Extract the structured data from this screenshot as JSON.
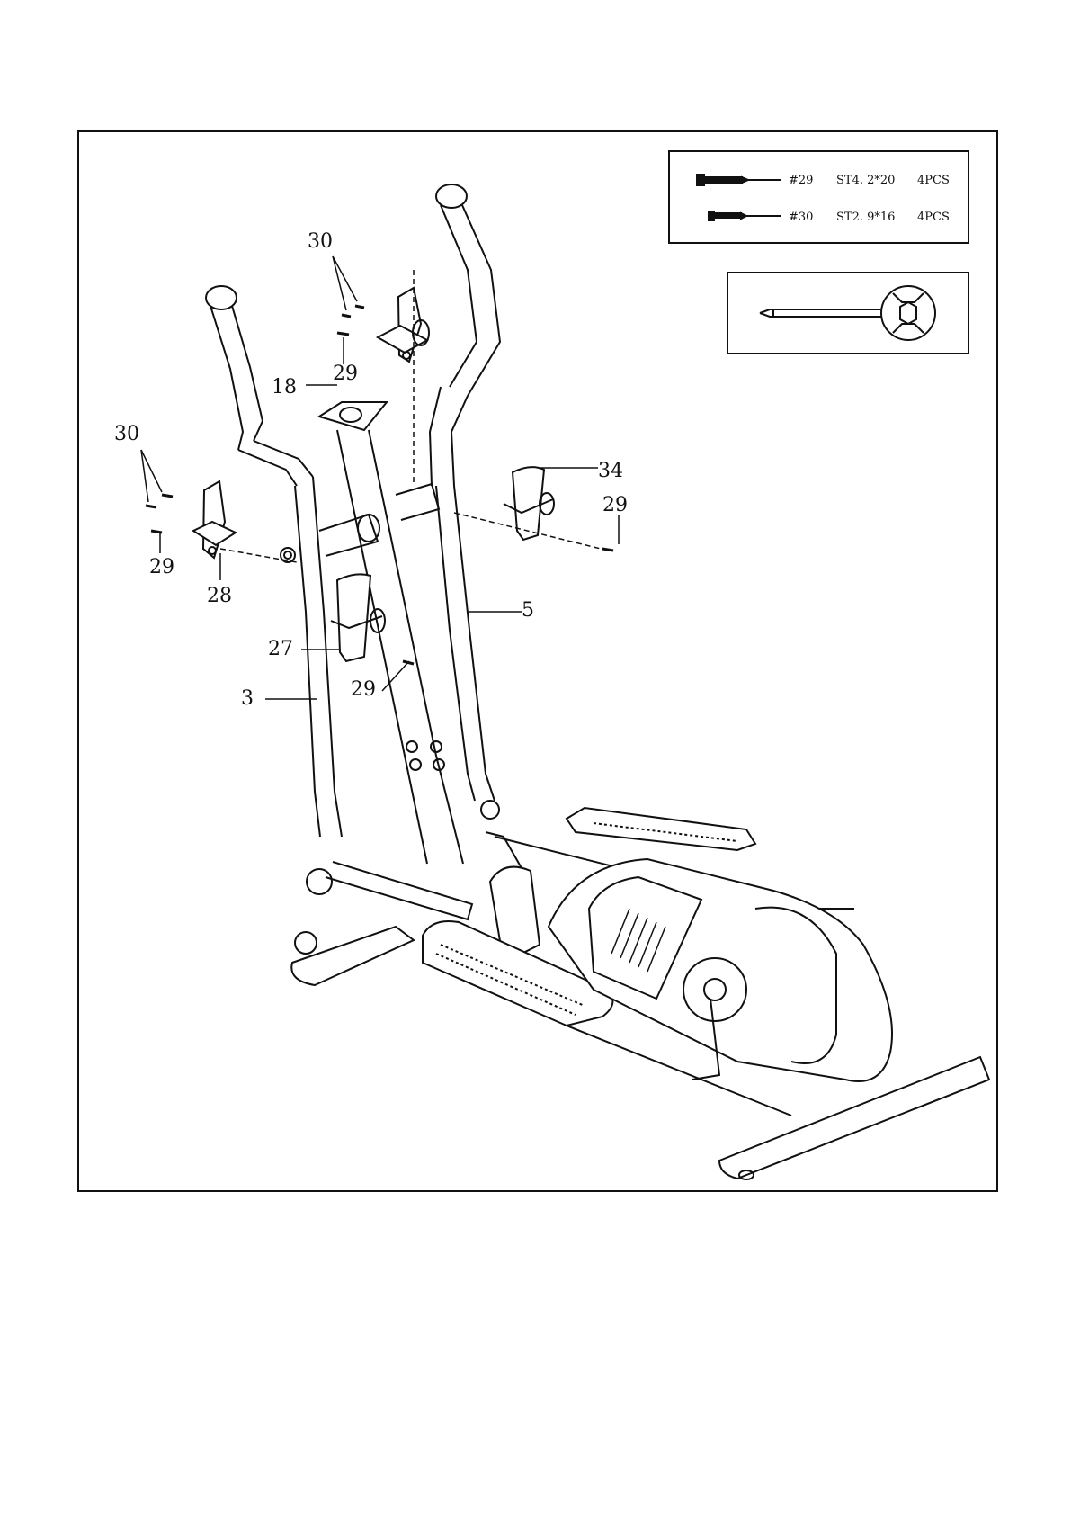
{
  "callouts": {
    "c30_top": "30",
    "c29_top": "29",
    "c18": "18",
    "c30_left": "30",
    "c29_left": "29",
    "c28": "28",
    "c34": "34",
    "c29_right": "29",
    "c5": "5",
    "c27": "27",
    "c29_mid": "29",
    "c3": "3"
  },
  "hardware": {
    "rows": [
      {
        "part": "#29",
        "size": "ST4. 2*20",
        "qty": "4PCS"
      },
      {
        "part": "#30",
        "size": "ST2. 9*16",
        "qty": "4PCS"
      }
    ]
  }
}
